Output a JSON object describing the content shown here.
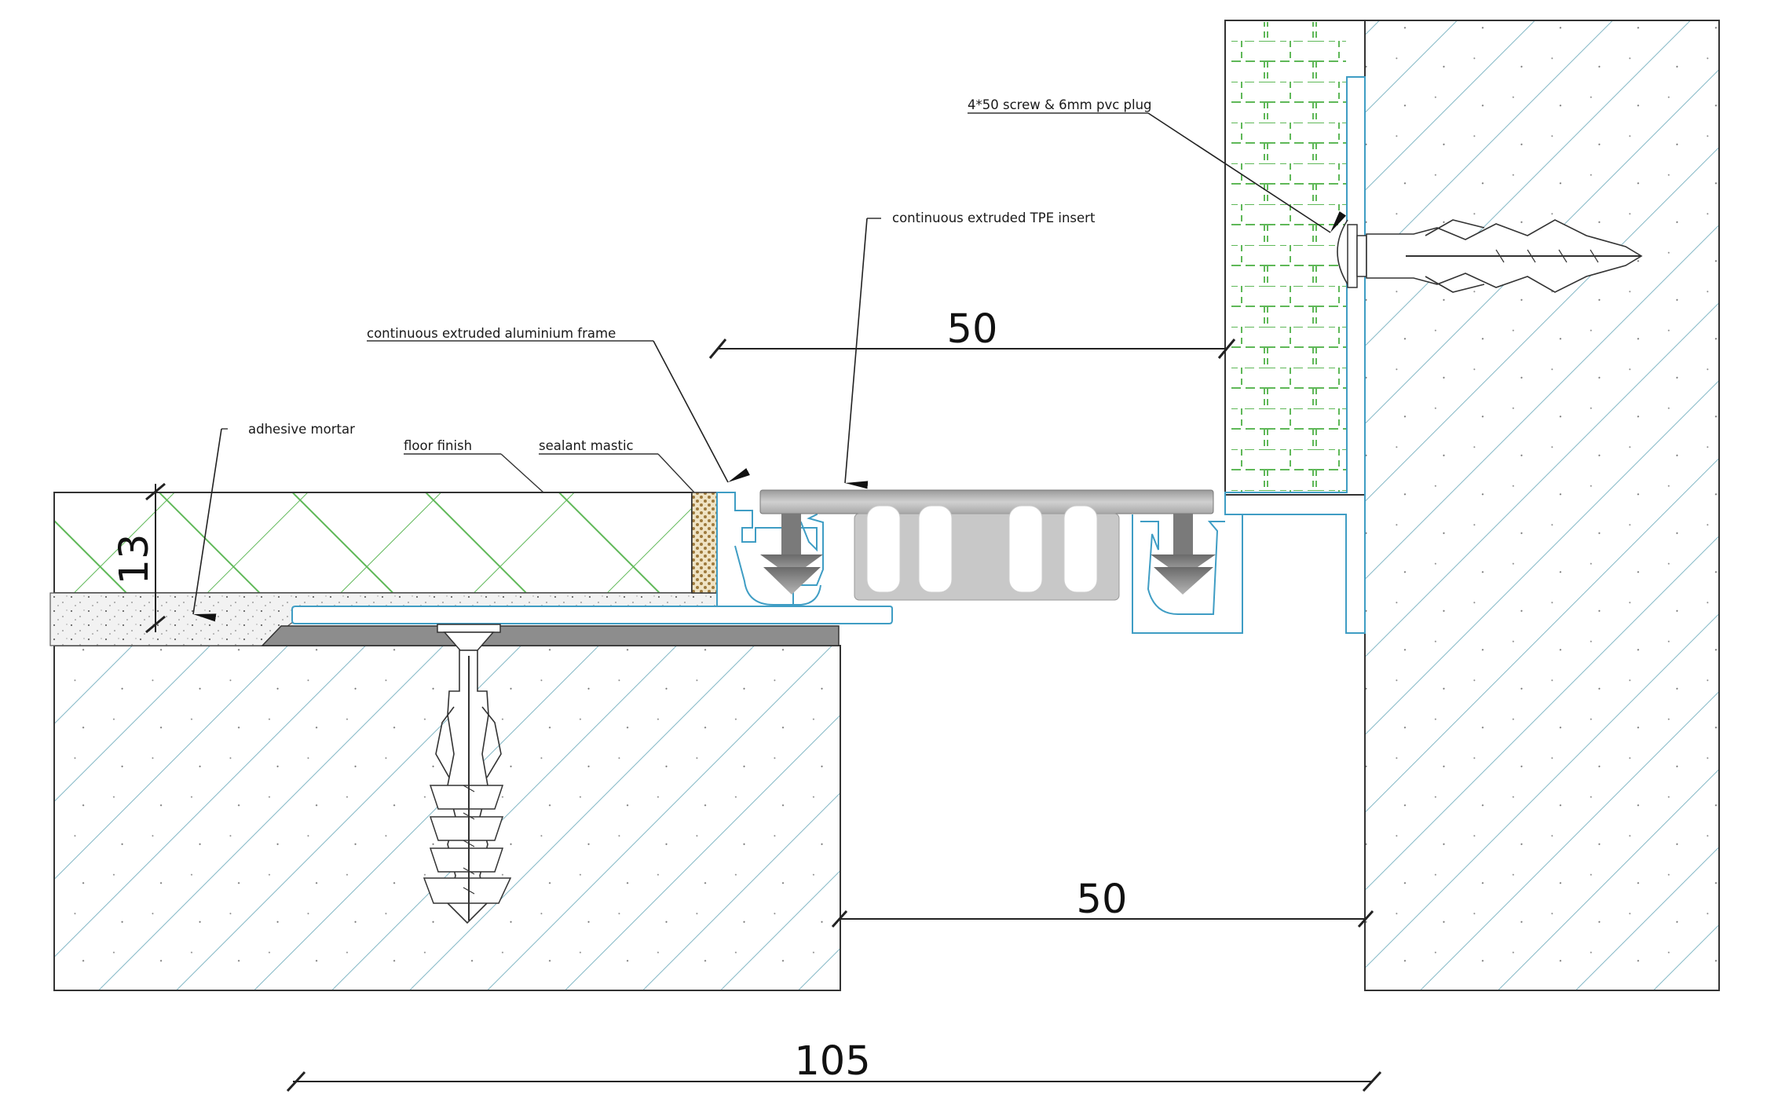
{
  "labels": {
    "screw": "4*50 screw & 6mm pvc plug",
    "tpe_insert": "continuous extruded TPE  insert",
    "frame": "continuous extruded  aluminium frame",
    "adhesive": "adhesive mortar",
    "floor_finish": "floor finish",
    "sealant": "sealant mastic"
  },
  "dimensions": {
    "top_gap": "50",
    "bottom_gap": "50",
    "overall": "105",
    "finish_thickness": "13"
  },
  "colors": {
    "line": "#222222",
    "hatch": "#5fa3b5",
    "tile_hatch": "#5fb858",
    "aluminium": "#3f9dc4",
    "insert_light": "#bdbdbd",
    "insert_dark": "#8a8a8a",
    "sealant_fill": "#e9d9b2",
    "sealant_dots": "#9e7a3c"
  }
}
